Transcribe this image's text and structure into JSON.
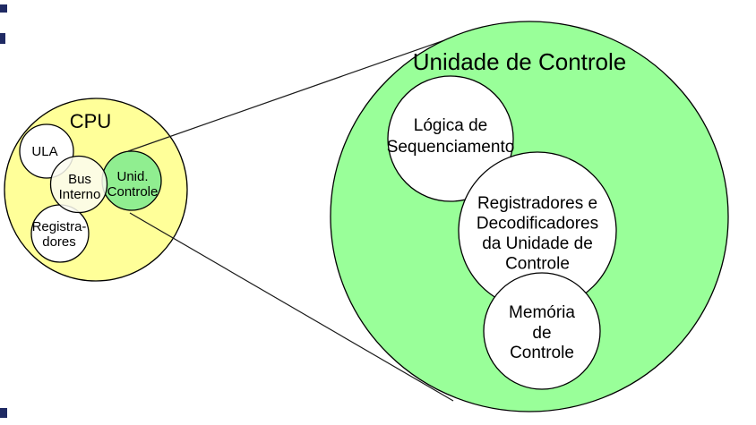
{
  "colors": {
    "cpu_fill": "#FFFF99",
    "small_green_fill": "#90EE90",
    "large_green_fill": "#99FF99",
    "inner_circle_fill": "#FFFFFF",
    "bus_fill": "rgba(252,252,240,0.85)",
    "outline": "#000000",
    "artifact": "#1F2A63"
  },
  "cpu": {
    "title": "CPU",
    "ula": [
      "ULA"
    ],
    "bus_interno": [
      "Bus",
      "Interno"
    ],
    "unid_controle": [
      "Unid.",
      "Controle"
    ],
    "registradores": [
      "Registra-",
      "dores"
    ]
  },
  "uc": {
    "title": "Unidade de Controle",
    "logica": [
      "Lógica de",
      "Sequenciamento"
    ],
    "reg_decod": [
      "Registradores e",
      "Decodificadores",
      "da Unidade de",
      "Controle"
    ],
    "memoria": [
      "Memória",
      "de",
      "Controle"
    ]
  }
}
